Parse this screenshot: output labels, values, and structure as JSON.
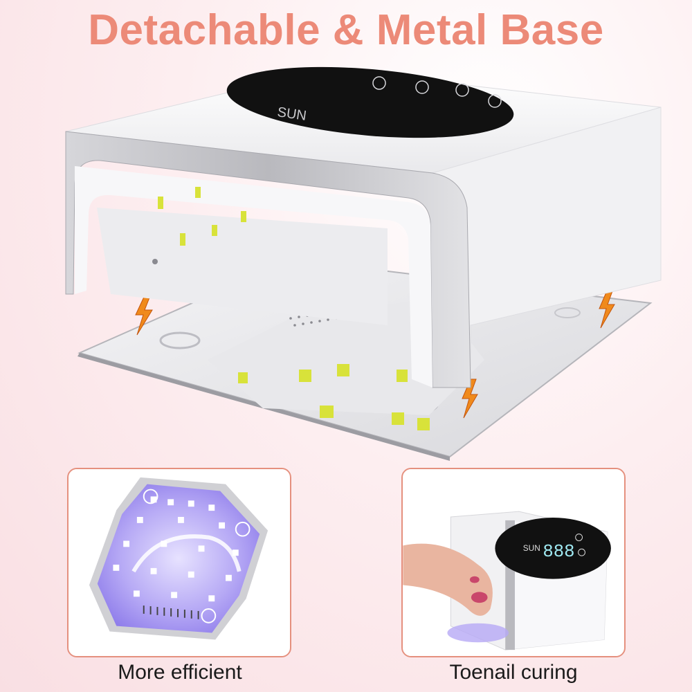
{
  "headline": "Detachable & Metal Base",
  "lamp": {
    "brand": "SUN",
    "display_digits": "888"
  },
  "cards": [
    {
      "caption": "More efficient"
    },
    {
      "caption": "Toenail curing"
    }
  ],
  "colors": {
    "headline": "#ec8a78",
    "card_border": "#e5907e",
    "uv_purple": "#8d7bea",
    "led_yellow": "#d8e23a",
    "bolt_orange": "#f08a1c",
    "panel_black": "#111111"
  },
  "icons": [
    "lightning-bolt-icon",
    "power-button-icon",
    "timer-button-icon"
  ]
}
